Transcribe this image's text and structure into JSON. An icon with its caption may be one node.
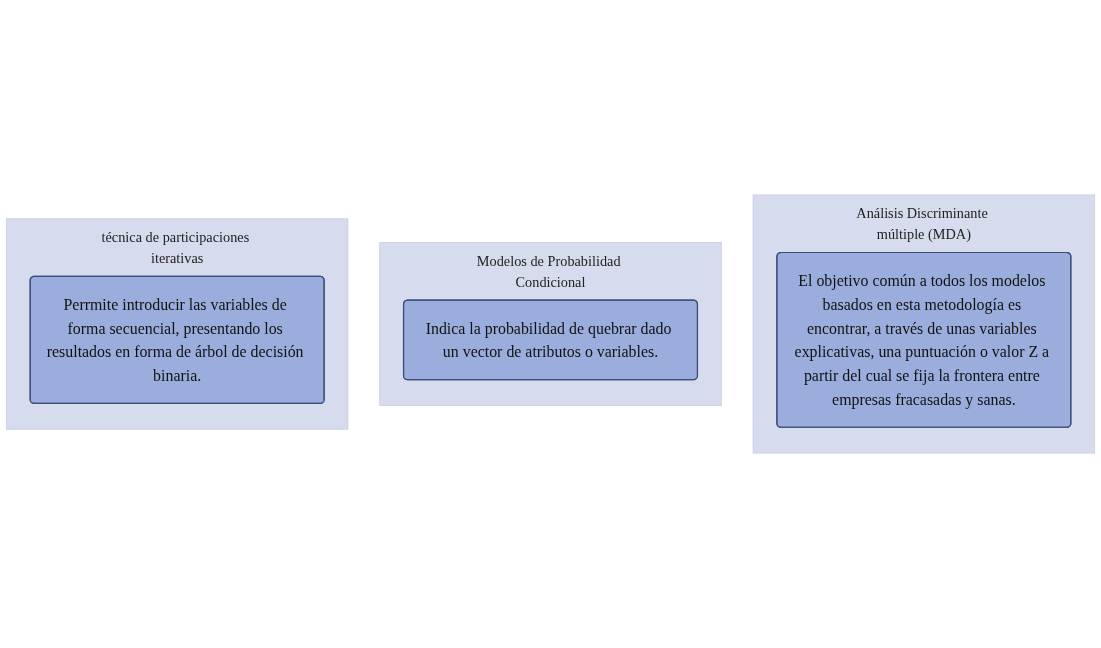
{
  "diagram": {
    "nodes": [
      {
        "text": [
          "Análisis Discriminante múltiple (MDA)"
        ]
      },
      {
        "text": [
          "El objetivo común a todos los modelos basados en esta metodología es encontrar, a través de unas variables explicativas, una puntuación o valor Z a partir del cual se fija la frontera entre empresas fracasadas y sanas."
        ],
        "in": 0
      },
      {
        "text": [
          "Modelos de Probabilidad Condicional"
        ]
      },
      {
        "text": [
          "Indica la probabilidad de quebrar dado un vector de atributos o variables."
        ],
        "in": 2
      },
      {
        "text": [
          "técnica de participaciones iterativas"
        ]
      },
      {
        "text": [
          "Perrmite introducir las variables de forma secuencial, presentando los resultados en forma de árbol de decisión binaria."
        ],
        "in": 4
      }
    ],
    "edges": []
  }
}
